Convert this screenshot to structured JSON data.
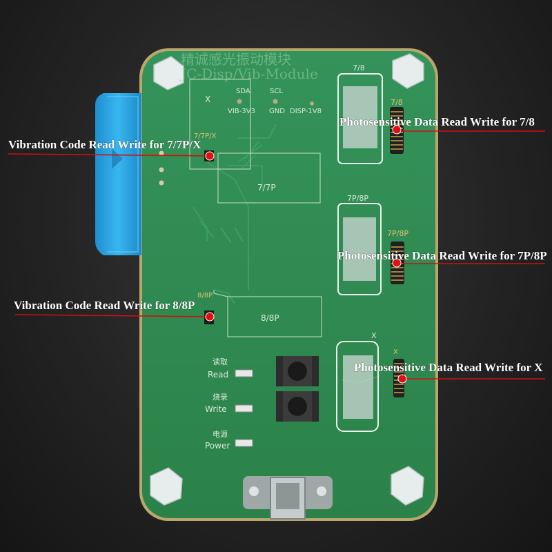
{
  "board": {
    "title_cn": "精诚感光振动模块",
    "title_en": "JC-Disp/Vib-Module",
    "pins": {
      "sda": "SDA",
      "scl": "SCL",
      "vib": "VIB-3V3",
      "gnd": "GND",
      "disp": "DISP-1V8"
    },
    "labels": {
      "x_top": "X",
      "p78": "7/8",
      "p78_conn": "7/8",
      "p7p8p": "7P/8P",
      "p7p8p_conn": "7P/8P",
      "chip_77p": "7/7P",
      "chip_88p": "8/8P",
      "p7p_silk": "7/7P/X",
      "p88p_silk": "8/8P",
      "x_right": "X",
      "x_conn": "X"
    },
    "buttons": {
      "read_cn": "读取",
      "read_en": "Read",
      "write_cn": "烧录",
      "write_en": "Write",
      "power_cn": "电源",
      "power_en": "Power"
    }
  },
  "callouts": {
    "vib_77px": "Vibration Code Read Write for 7/7P/X",
    "vib_88p": "Vibration Code Read Write for 8/8P",
    "photo_78": "Photosensitive Data Read Write for 7/8",
    "photo_7p8p": "Photosensitive Data Read Write for 7P/8P",
    "photo_x": "Photosensitive Data Read Write for X"
  },
  "colors": {
    "pcb": "#2f8a4e",
    "pcb_edge": "#b8a46a",
    "callout_line": "#d01010",
    "clip": "#2aa8e6"
  }
}
